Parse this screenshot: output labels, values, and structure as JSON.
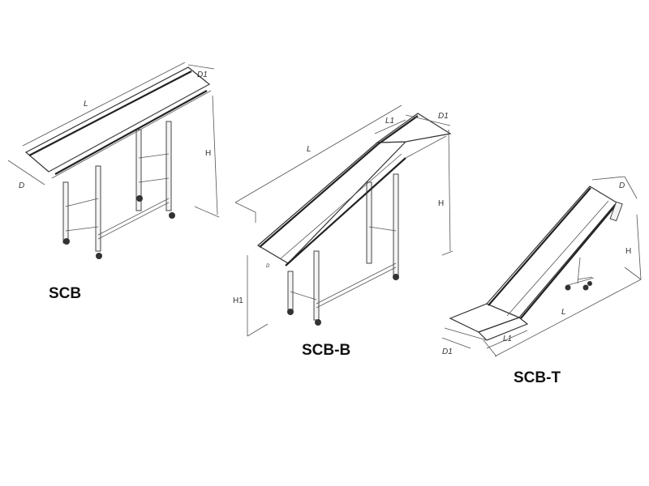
{
  "models": [
    {
      "name": "SCB",
      "dims": {
        "L": "L",
        "D1": "D1",
        "D": "D",
        "H": "H"
      }
    },
    {
      "name": "SCB-B",
      "dims": {
        "L": "L",
        "L1": "L1",
        "D1": "D1",
        "D": "D",
        "H": "H",
        "H1": "H1"
      }
    },
    {
      "name": "SCB-T",
      "dims": {
        "D": "D",
        "H": "H",
        "L": "L",
        "L1": "L1",
        "D1": "D1"
      }
    }
  ]
}
